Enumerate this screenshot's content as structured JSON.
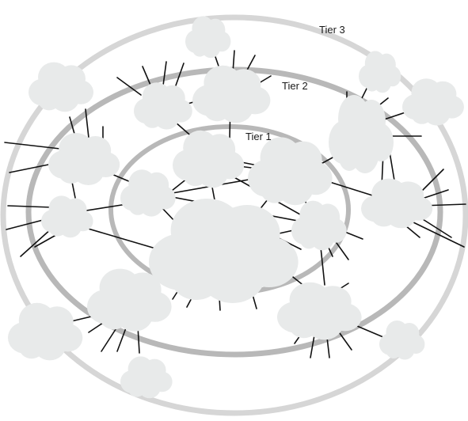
{
  "tiers": {
    "tier1": "Tier 1",
    "tier2": "Tier 2",
    "tier3": "Tier 3"
  },
  "colors": {
    "ring_inner": "#b8b8b8",
    "ring_outer": "#d6d6d6",
    "cloud_fill": "#e8eaea",
    "link": "#111111"
  }
}
